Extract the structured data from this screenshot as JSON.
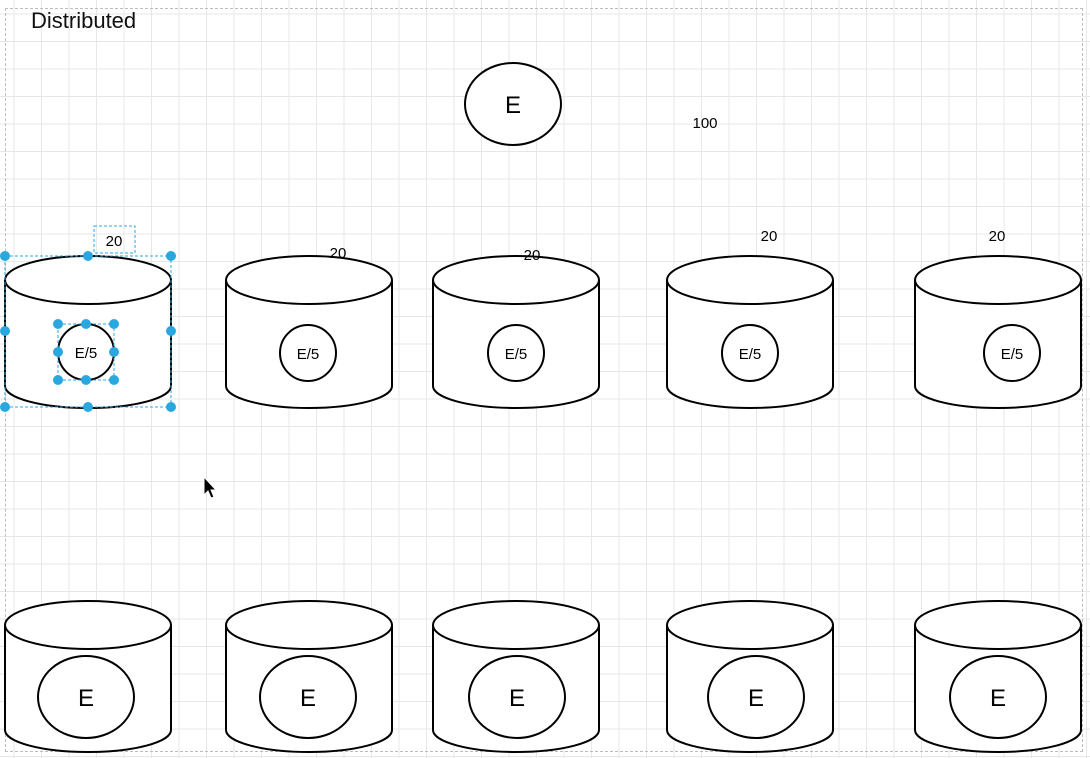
{
  "title": "Distributed",
  "top_node": {
    "label": "E"
  },
  "total_label": "100",
  "top_row": {
    "inner_label": "E/5",
    "capacity_labels": [
      "20",
      "20",
      "20",
      "20",
      "20"
    ]
  },
  "bottom_row": {
    "inner_label": "E"
  },
  "colors": {
    "stroke": "#000000",
    "selection": "#29a8e0",
    "grid": "#e7e7e7"
  }
}
